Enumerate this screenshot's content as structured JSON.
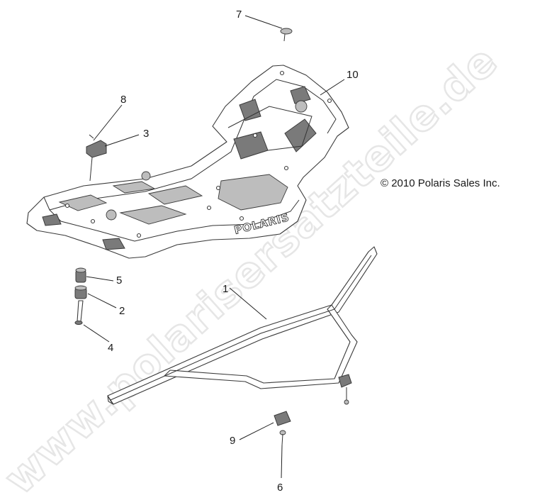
{
  "watermark": "www.polarisersatzteile.de",
  "copyright": "© 2010 Polaris Sales Inc.",
  "brand_logo": "POLARIS",
  "callouts": {
    "c1": "1",
    "c2": "2",
    "c3": "3",
    "c4": "4",
    "c5": "5",
    "c6": "6",
    "c7": "7",
    "c8": "8",
    "c9": "9",
    "c10": "10"
  }
}
